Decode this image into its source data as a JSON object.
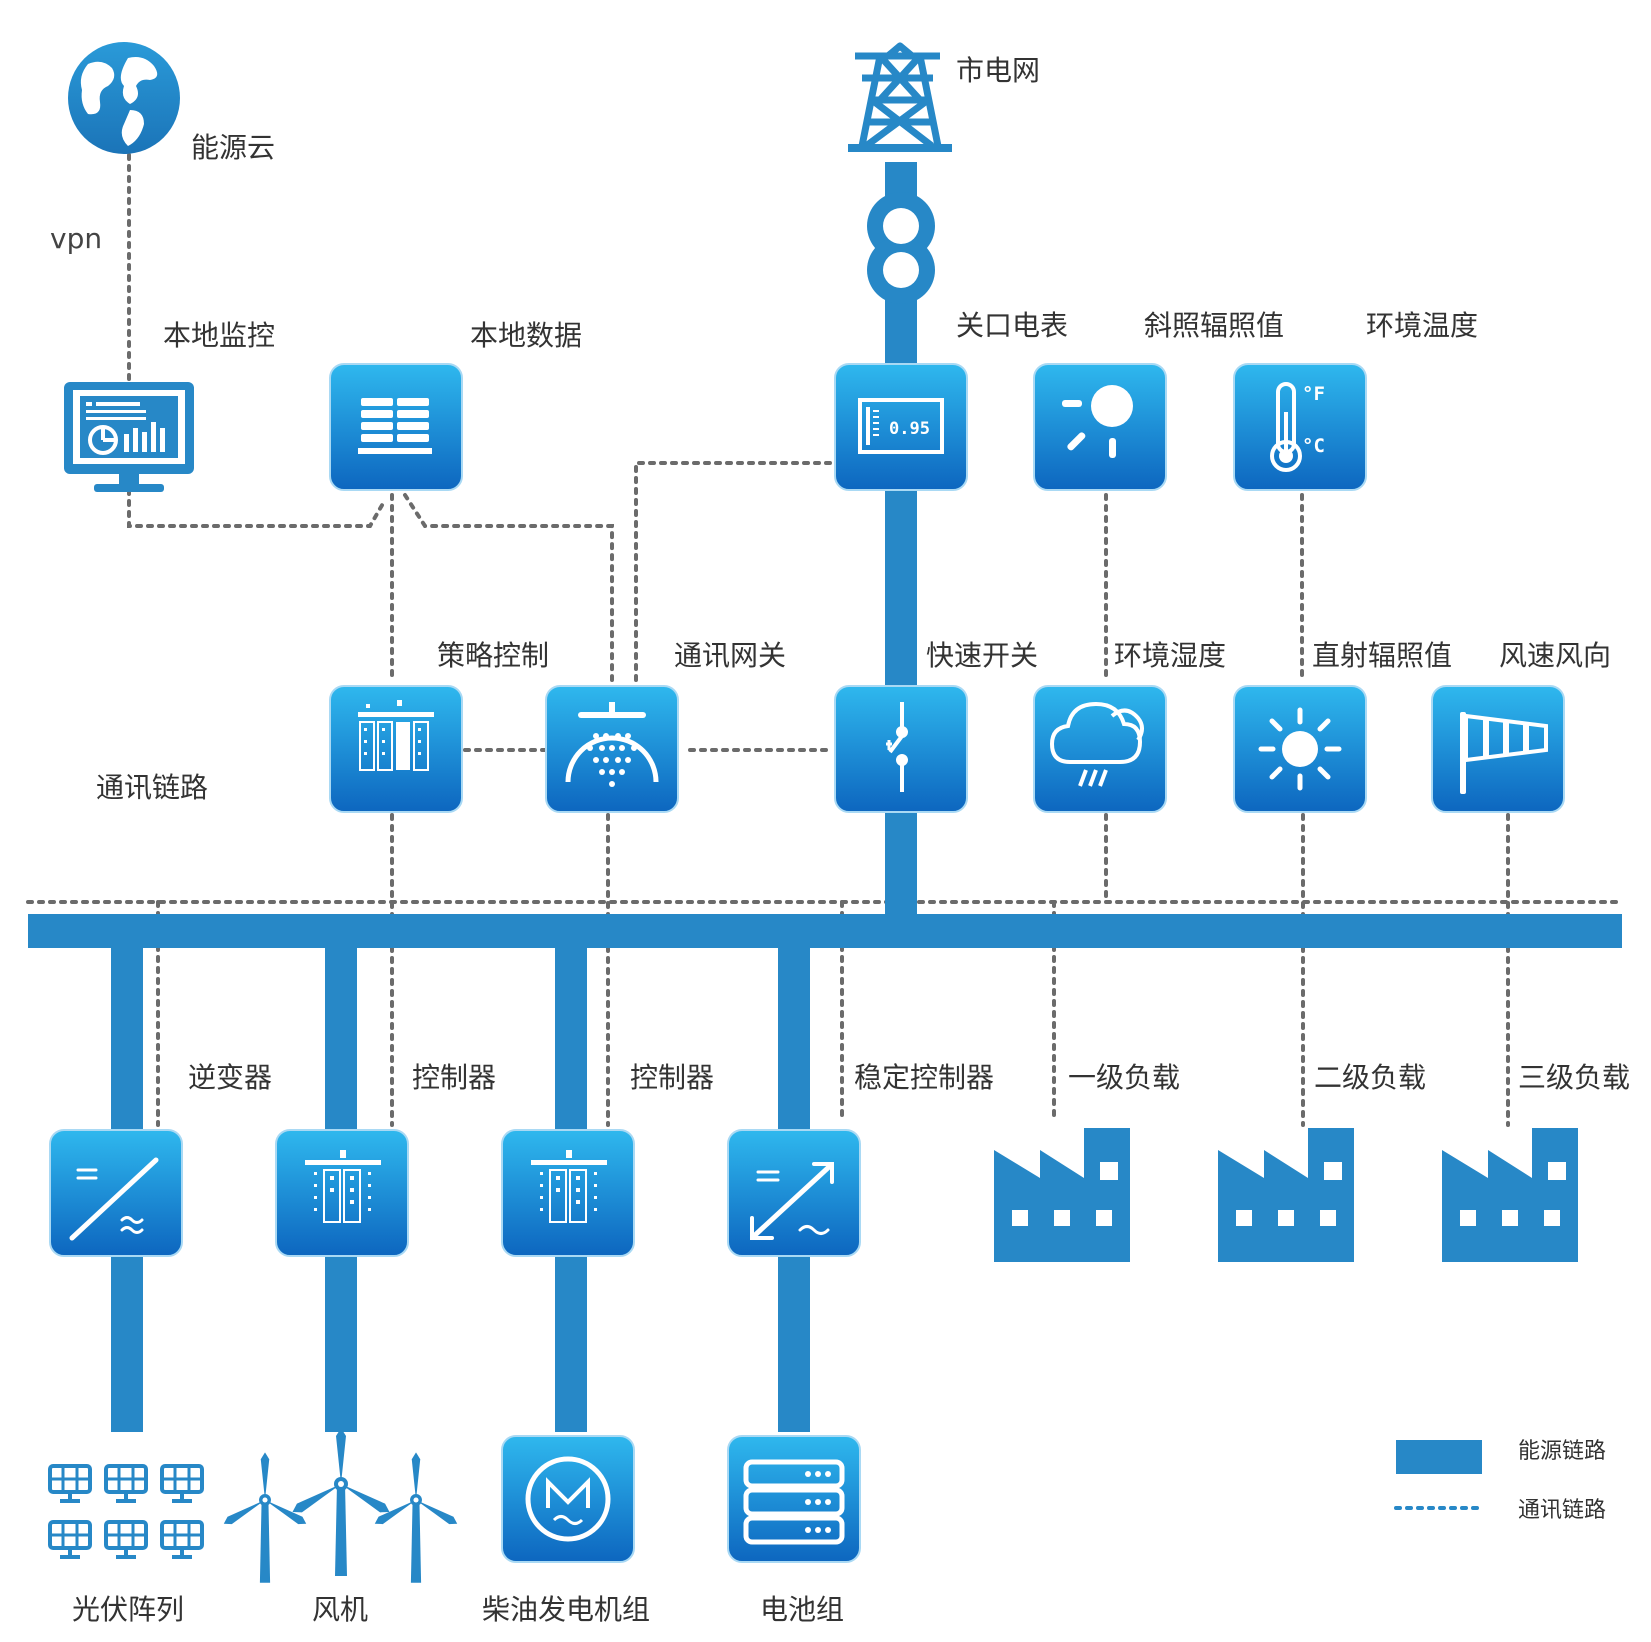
{
  "colors": {
    "energy_link": "#2788C7",
    "comm_link": "#6b6b6b",
    "tile_top": "#2fb8ee",
    "tile_bottom": "#0d66bf",
    "text": "#333333"
  },
  "nodes": {
    "cloud": {
      "label": "能源云",
      "icon": "globe-icon"
    },
    "vpn": {
      "label": "vpn"
    },
    "local_monitor": {
      "label": "本地监控",
      "icon": "monitor-icon"
    },
    "local_data": {
      "label": "本地数据",
      "icon": "server-rack-icon"
    },
    "grid": {
      "label": "市电网",
      "icon": "power-tower-icon"
    },
    "transformer": {
      "icon": "transformer-icon"
    },
    "meter": {
      "label": "关口电表",
      "icon": "meter-icon",
      "reading": "0.95"
    },
    "tilt_irradiance": {
      "label": "斜照辐照值",
      "icon": "sun-tilt-icon"
    },
    "env_temp": {
      "label": "环境温度",
      "icon": "thermometer-icon",
      "unit_f": "°F",
      "unit_c": "°C"
    },
    "strategy": {
      "label": "策略控制",
      "icon": "controller-icon"
    },
    "gateway": {
      "label": "通讯网关",
      "icon": "gateway-icon"
    },
    "fast_switch": {
      "label": "快速开关",
      "icon": "switch-icon"
    },
    "env_humidity": {
      "label": "环境湿度",
      "icon": "rain-cloud-icon"
    },
    "direct_irradiance": {
      "label": "直射辐照值",
      "icon": "sun-icon"
    },
    "wind_sensor": {
      "label": "风速风向",
      "icon": "windsock-icon"
    },
    "comm_link_label": {
      "label": "通讯链路"
    },
    "inverter": {
      "label": "逆变器",
      "icon": "inverter-icon"
    },
    "wind_controller": {
      "label": "控制器",
      "icon": "controller-icon"
    },
    "diesel_controller": {
      "label": "控制器",
      "icon": "controller-icon"
    },
    "stabilizer": {
      "label": "稳定控制器",
      "icon": "bidirectional-converter-icon"
    },
    "load1": {
      "label": "一级负载",
      "icon": "factory-icon"
    },
    "load2": {
      "label": "二级负载",
      "icon": "factory-icon"
    },
    "load3": {
      "label": "三级负载",
      "icon": "factory-icon"
    },
    "pv": {
      "label": "光伏阵列",
      "icon": "solar-panel-icon"
    },
    "wind_turbine": {
      "label": "风机",
      "icon": "wind-turbine-icon"
    },
    "diesel": {
      "label": "柴油发电机组",
      "icon": "generator-icon"
    },
    "battery": {
      "label": "电池组",
      "icon": "battery-icon"
    }
  },
  "legend": {
    "energy": "能源链路",
    "comm": "通讯链路"
  }
}
